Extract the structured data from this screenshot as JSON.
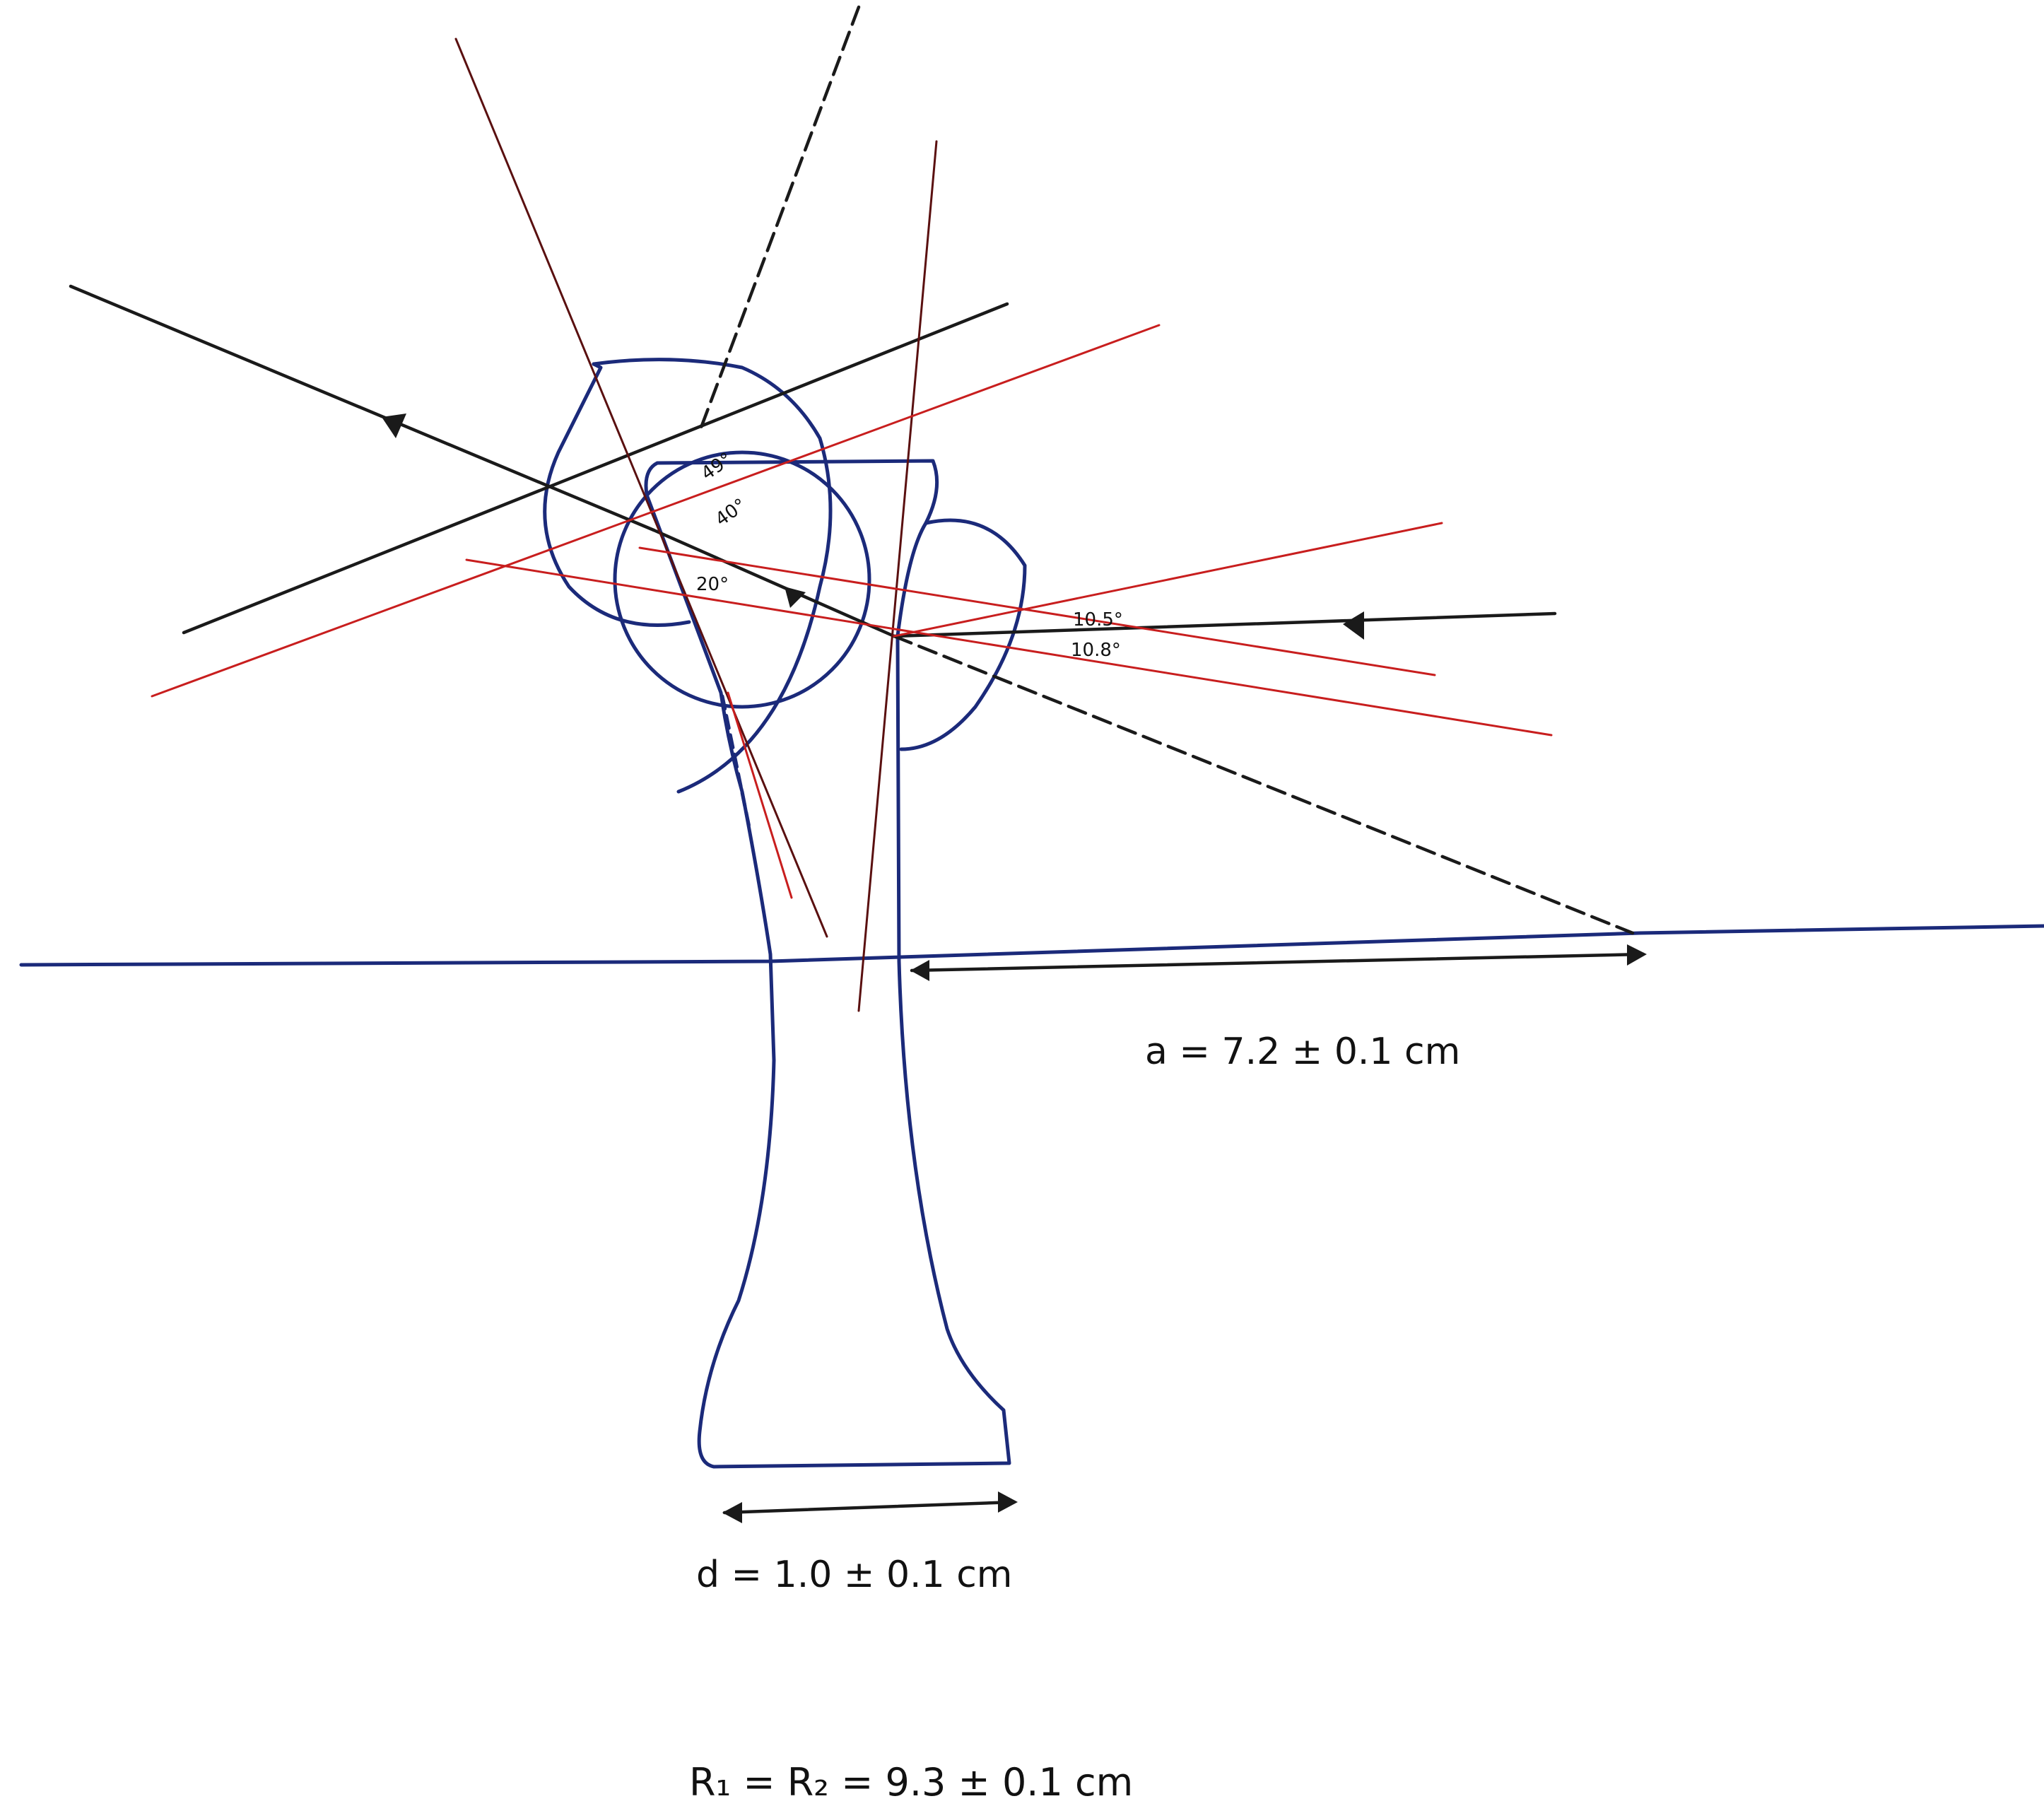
{
  "labels": {
    "a": "a = 7.2 ± 0.1 cm",
    "d": "d = 1.0 ± 0.1 cm",
    "R": "R₁ = R₂ = 9.3 ± 0.1 cm"
  },
  "angle_marks": {
    "top_1": "49°",
    "top_2": "40°",
    "left": "20°",
    "right_1": "10.5°",
    "right_2": "10.8°"
  },
  "colors": {
    "lens_outline": "#1b2a7a",
    "ray_incident": "#1a1a1a",
    "ray_refracted": "#c81e1e",
    "normal_line": "#5a1010",
    "axis": "#1b2a7a"
  }
}
